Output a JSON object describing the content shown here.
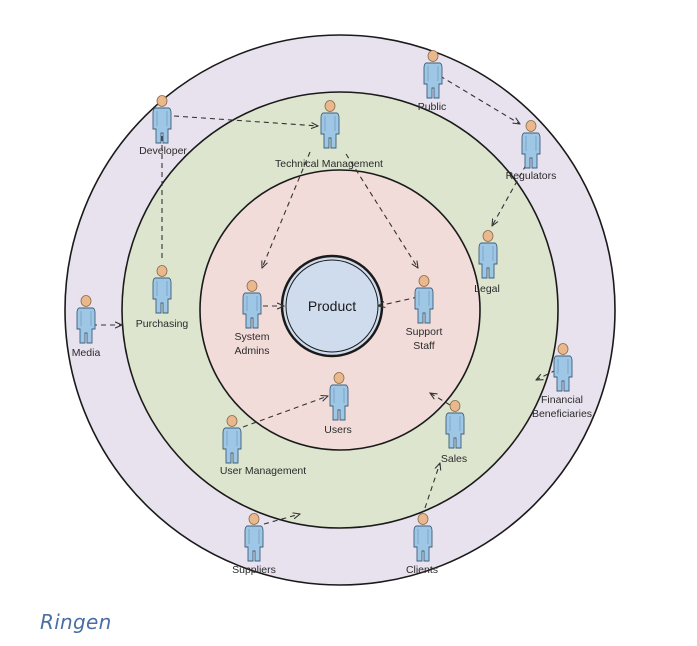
{
  "diagram": {
    "center_label": "Product",
    "rings": [
      {
        "name": "outer",
        "color": "#e8e2ee"
      },
      {
        "name": "middle",
        "color": "#dde5cf"
      },
      {
        "name": "inner",
        "color": "#f2dcd9"
      },
      {
        "name": "core",
        "color": "#cfdced"
      }
    ],
    "stakeholders": {
      "developer": "Developer",
      "technical_management": "Technical Management",
      "public": "Public",
      "regulators": "Regulators",
      "legal": "Legal",
      "purchasing": "Purchasing",
      "system_admins_1": "System",
      "system_admins_2": "Admins",
      "support_staff_1": "Support",
      "support_staff_2": "Staff",
      "media": "Media",
      "financial_beneficiaries_1": "Financial",
      "financial_beneficiaries_2": "Beneficiaries",
      "users": "Users",
      "user_management": "User Management",
      "sales": "Sales",
      "suppliers": "Suppliers",
      "clients": "Clients"
    },
    "person_color": "#9ec7e6",
    "head_color": "#e9b88c"
  },
  "caption": "Ringen"
}
